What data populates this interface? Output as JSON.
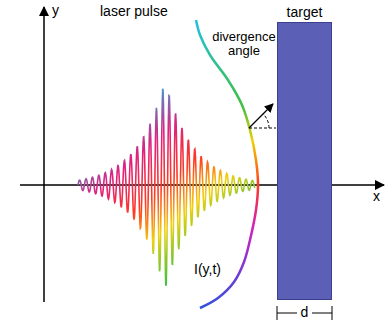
{
  "diagram": {
    "nodes": [
      {
        "text": [
          "target"
        ]
      }
    ],
    "labels": [
      "y",
      "laser pulse",
      "divergence angle",
      "I(y,t)",
      "x",
      "d"
    ]
  }
}
